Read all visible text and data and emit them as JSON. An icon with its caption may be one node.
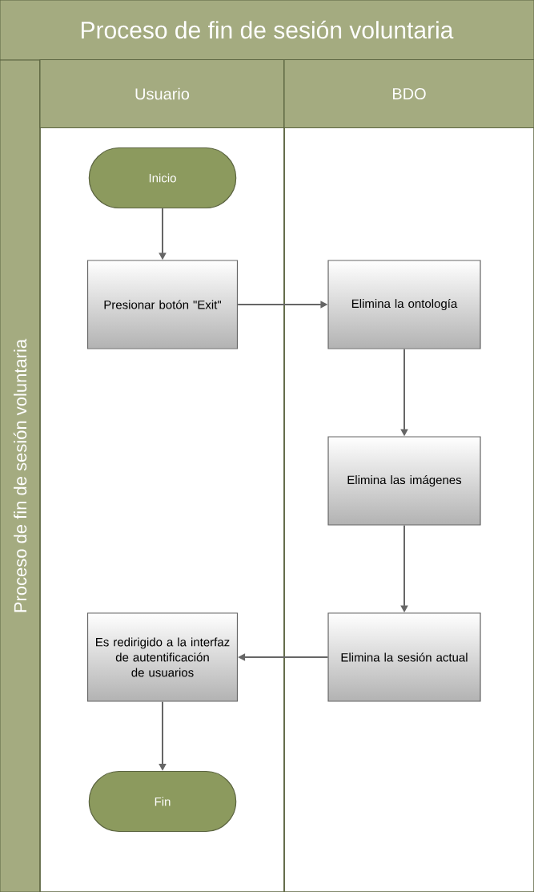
{
  "diagram": {
    "title": "Proceso de fin de sesión voluntaria",
    "nodes": [
      {
        "text": [
          "Proceso de fin de sesión voluntaria"
        ]
      },
      {
        "text": [
          "Usuario"
        ]
      },
      {
        "text": [
          "BDO"
        ]
      },
      {
        "text": [
          "Inicio"
        ],
        "in": 1
      },
      {
        "text": [
          "Presionar botón \"Exit\""
        ],
        "in": 1
      },
      {
        "text": [
          "Elimina la ontología"
        ],
        "in": 2
      },
      {
        "text": [
          "Elimina las imágenes"
        ],
        "in": 2
      },
      {
        "text": [
          "Elimina la sesión actual"
        ],
        "in": 2
      },
      {
        "text": [
          "Es redirigido a la interfaz de autentificación de usuarios"
        ],
        "in": 1
      },
      {
        "text": [
          "Fin"
        ],
        "in": 1
      }
    ],
    "edges": [
      {
        "from": 3,
        "to": 4,
        "arrow": "to"
      },
      {
        "from": 4,
        "to": 5,
        "arrow": "to"
      },
      {
        "from": 5,
        "to": 6,
        "arrow": "to"
      },
      {
        "from": 6,
        "to": 7,
        "arrow": "to"
      },
      {
        "from": 7,
        "to": 8,
        "arrow": "to"
      },
      {
        "from": 8,
        "to": 9,
        "arrow": "to"
      }
    ]
  }
}
